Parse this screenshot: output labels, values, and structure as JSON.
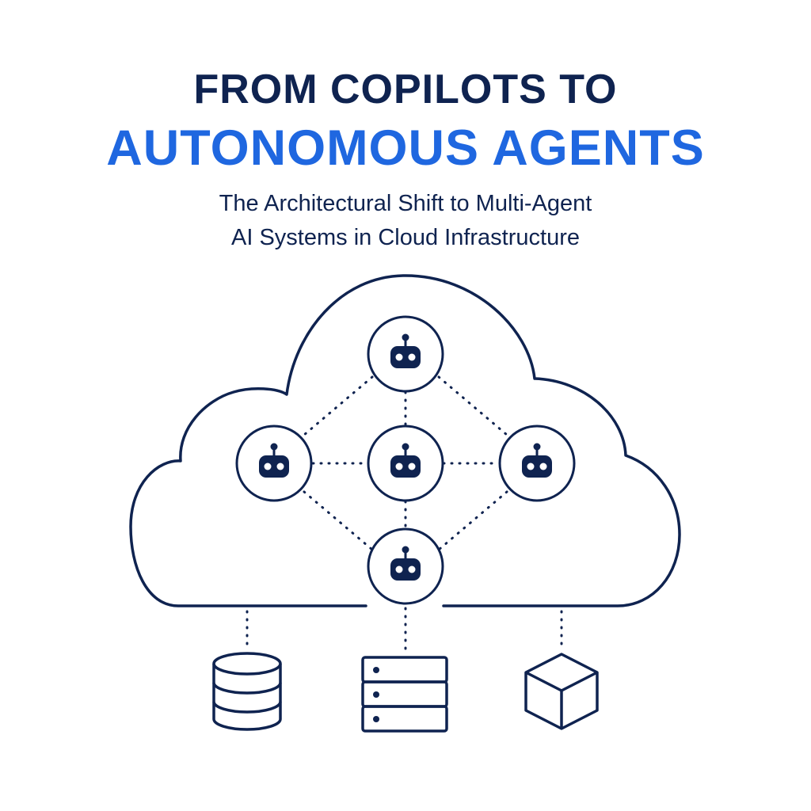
{
  "header": {
    "title_line1": "FROM COPILOTS TO",
    "title_line2": "AUTONOMOUS AGENTS",
    "subtitle_line1": "The Architectural Shift to Multi-Agent",
    "subtitle_line2": "AI Systems in Cloud Infrastructure"
  },
  "colors": {
    "ink": "#0f2350",
    "accent": "#1f67e0",
    "background": "#ffffff"
  },
  "diagram": {
    "container": "cloud-outline",
    "agent_icon": "robot-icon",
    "agents": [
      "agent-top",
      "agent-left",
      "agent-center",
      "agent-right",
      "agent-bottom"
    ],
    "links": [
      [
        "agent-top",
        "agent-left"
      ],
      [
        "agent-top",
        "agent-center"
      ],
      [
        "agent-top",
        "agent-right"
      ],
      [
        "agent-left",
        "agent-center"
      ],
      [
        "agent-center",
        "agent-right"
      ],
      [
        "agent-left",
        "agent-bottom"
      ],
      [
        "agent-center",
        "agent-bottom"
      ],
      [
        "agent-right",
        "agent-bottom"
      ]
    ],
    "resources": [
      "database-icon",
      "server-rack-icon",
      "cube-icon"
    ]
  }
}
